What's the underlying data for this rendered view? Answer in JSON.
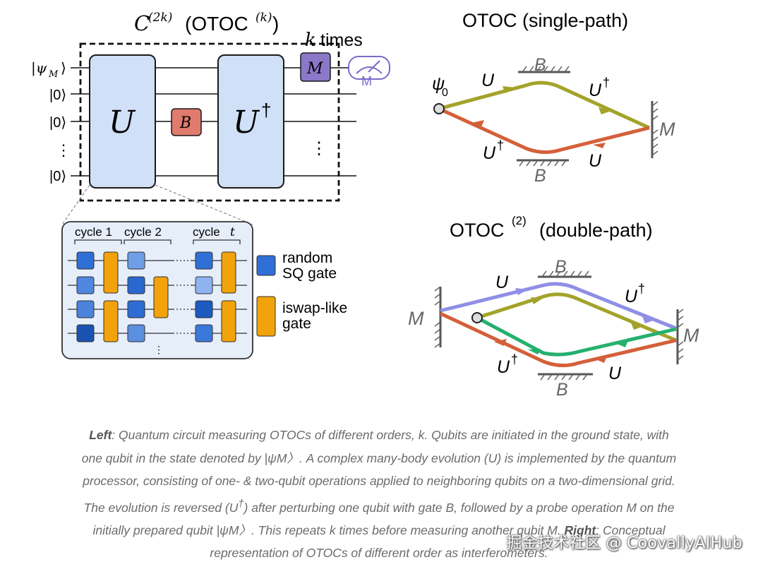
{
  "left_circuit": {
    "title_base": "C",
    "title_sup": "(2k)",
    "title_paren_open": "(OTOC",
    "title_paren_sup": "(k)",
    "title_paren_close": ")",
    "k_label": "k",
    "times_label": "times",
    "qubit_labels": [
      "|ψ",
      "M",
      "⟩",
      "|0⟩",
      "|0⟩",
      "|0⟩",
      "⋮"
    ],
    "gate_u": "U",
    "gate_b": "B",
    "gate_udag": "U",
    "dagger": "†",
    "gate_m": "M",
    "meter_label": "M",
    "dots": "⋮"
  },
  "legend_inset": {
    "cycle1": "cycle 1",
    "cycle2": "cycle 2",
    "cycle_t_prefix": "cycle",
    "cycle_t_var": "t",
    "sq_line1": "random",
    "sq_line2": "SQ gate",
    "iswap_line1": "iswap-like",
    "iswap_line2": "gate"
  },
  "otoc_single": {
    "title": "OTOC  (single-path)",
    "psi": "ψ",
    "psi_sub": "0",
    "u_top": "U",
    "udag_top": "U",
    "b_top": "B",
    "m": "M",
    "udag_bottom": "U",
    "u_bottom": "U",
    "b_bottom": "B",
    "dagger": "†"
  },
  "otoc_double": {
    "title_base": "OTOC",
    "title_sup": "(2)",
    "title_rest": "(double-path)",
    "u_top": "U",
    "udag_top": "U",
    "b_top": "B",
    "m_left": "M",
    "m_right": "M",
    "udag_bottom": "U",
    "u_bottom": "U",
    "b_bottom": "B",
    "dagger": "†"
  },
  "colors": {
    "olive": "#a3a32a",
    "orange": "#d4603a",
    "blue_violet": "#8f8fe6",
    "green": "#25b06e",
    "u_block": "#cfe0f7",
    "b_gate": "#e07b6e",
    "m_gate": "#8c78c8",
    "iswap": "#f2a20a",
    "sq_gate": "#2f6fd6"
  },
  "caption": {
    "left_label": "Left",
    "line1": ": Quantum circuit measuring OTOCs of different orders, k. Qubits are initiated in the ground state, with",
    "line2": "one qubit in the state denoted by |ψM〉. A complex many-body evolution (U) is implemented by the quantum",
    "line3": "processor, consisting of one- & two-qubit operations applied to neighboring qubits on a two-dimensional grid.",
    "line4a": "The evolution is reversed (U",
    "line4sup": "†",
    "line4b": ") after perturbing one qubit with gate B, followed by a probe operation M on the",
    "line5a": "initially prepared qubit |ψM〉. This repeats k times before measuring another qubit M. ",
    "right_label": "Right",
    "line5b": ": Conceptual",
    "line6": "representation of OTOCs of different order as interferometers."
  },
  "watermark": "掘金技术社区 @ CoovallyAIHub"
}
